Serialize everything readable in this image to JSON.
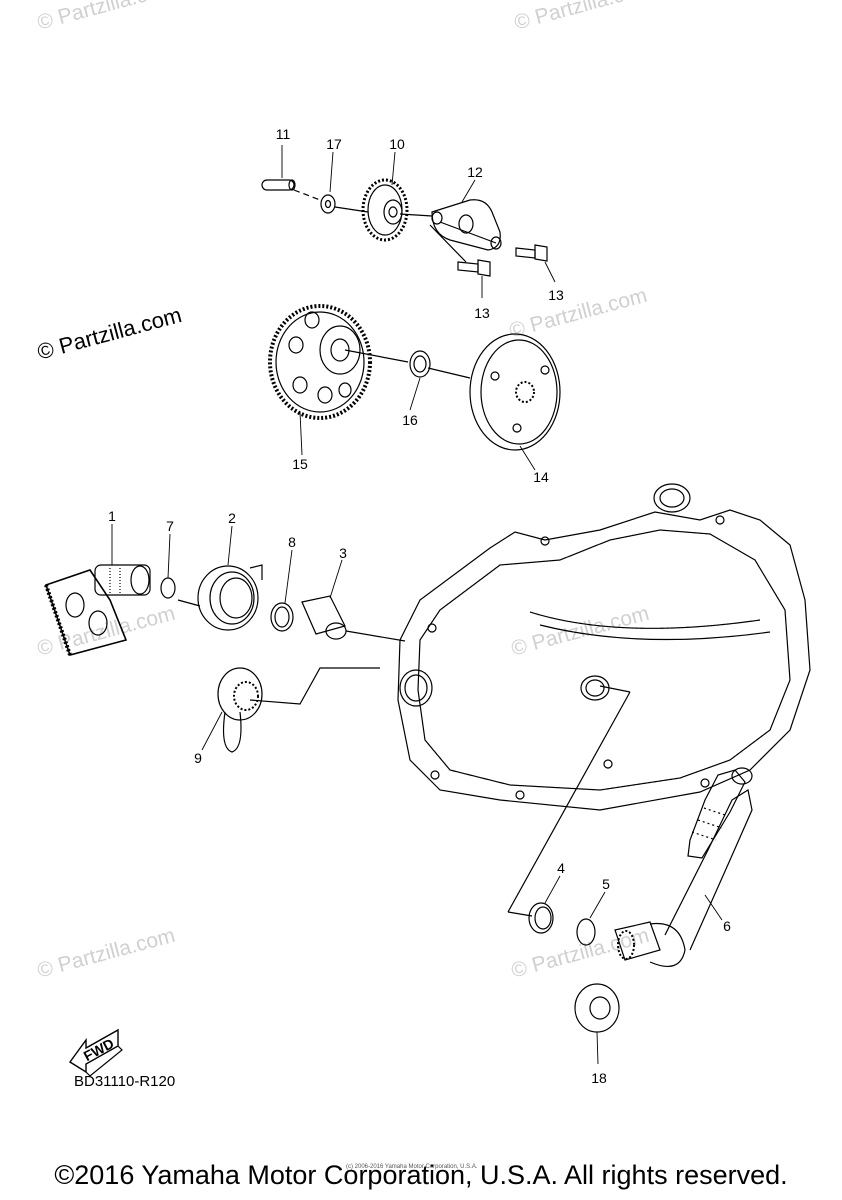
{
  "watermarks": {
    "strong": "© Partzilla.com",
    "faint": "© Partzilla.com"
  },
  "callouts": {
    "c1": "1",
    "c2": "2",
    "c3": "3",
    "c4": "4",
    "c5": "5",
    "c6": "6",
    "c7": "7",
    "c8": "8",
    "c9": "9",
    "c10": "10",
    "c11": "11",
    "c12": "12",
    "c13a": "13",
    "c13b": "13",
    "c14": "14",
    "c15": "15",
    "c16": "16",
    "c17": "17",
    "c18": "18"
  },
  "arrow_label": "FWD",
  "diagram_code": "BD31110-R120",
  "tiny_copyright": "(c) 2006-2016 Yamaha Motor Corporation, U.S.A.",
  "copyright": "©2016 Yamaha Motor Corporation, U.S.A. All rights reserved."
}
